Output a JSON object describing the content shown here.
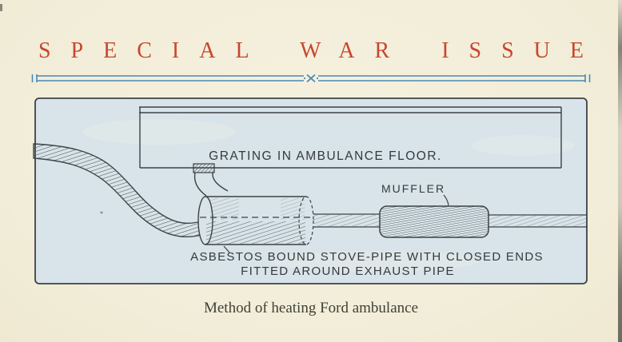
{
  "page": {
    "title": "SPECIAL WAR ISSUE",
    "caption": "Method of heating Ford ambulance"
  },
  "illustration": {
    "labels": {
      "grating": "GRATING IN AMBULANCE FLOOR.",
      "muffler": "MUFFLER",
      "asbestos_line1": "ASBESTOS BOUND STOVE-PIPE WITH CLOSED ENDS",
      "asbestos_line2": "FITTED AROUND EXHAUST PIPE"
    }
  },
  "colors": {
    "title_red": "#c7472e",
    "rule_blue": "#4b88b5",
    "ink": "#3c4144",
    "wash_blue": "#d8e4ea",
    "paper": "#f3eeda"
  }
}
